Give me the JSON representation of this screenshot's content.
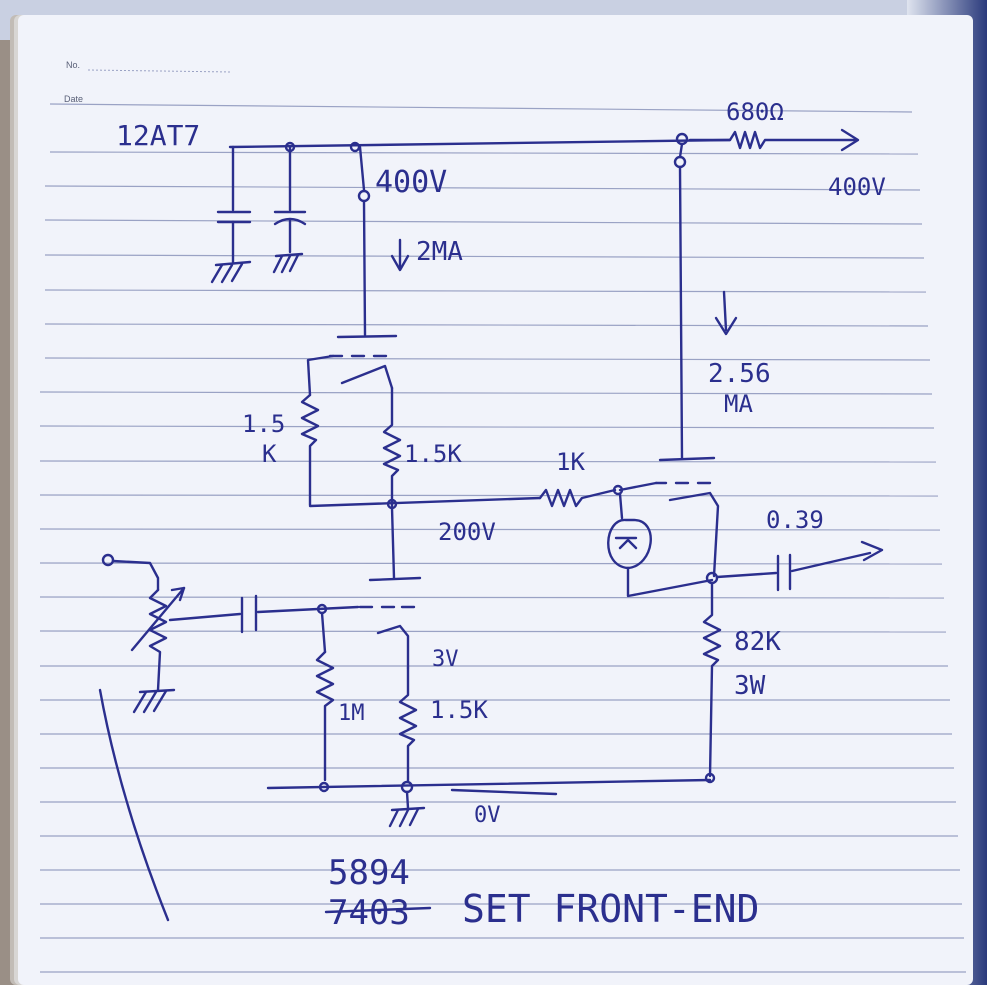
{
  "notebook": {
    "no_label": "No.",
    "date_label": "Date"
  },
  "labels": {
    "tube_top": "12AT7",
    "b_plus_voltage": "400V",
    "current_left": "2MA",
    "r_dropper": "680Ω",
    "output_voltage": "400V",
    "current_right": "2.56",
    "current_right_unit": "MA",
    "r_plate_load_a": "1.5",
    "r_plate_load_b": "K",
    "r_cathode_upper": "1.5K",
    "node_voltage": "200V",
    "r_grid_stopper": "1K",
    "coupling_cap": "0.39",
    "cathode_voltage": "3V",
    "r_grid_leak": "1M",
    "r_cathode_lower": "1.5K",
    "r_cf_load": "82K",
    "r_cf_power": "3W",
    "ground_voltage": "0V",
    "tube_model_new": "5894",
    "tube_model_old": "7403",
    "title": "SET FRONT-END"
  },
  "colors": {
    "ink": "#2b2f8e",
    "paper": "#f1f3fa",
    "rule": "#9aa2c4"
  }
}
